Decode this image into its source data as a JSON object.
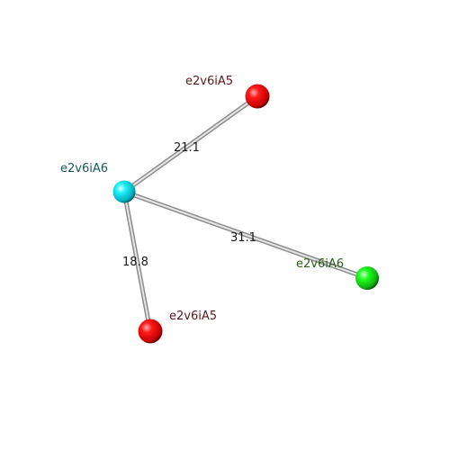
{
  "atoms": [
    {
      "id": "a1",
      "label": "e2v6iA5",
      "color": "#ff0000",
      "label_color": "#5a1a1a"
    },
    {
      "id": "a2",
      "label": "e2v6iA6",
      "color": "#00e5f0",
      "label_color": "#1a5a5a"
    },
    {
      "id": "a3",
      "label": "e2v6iA6",
      "color": "#18e818",
      "label_color": "#2e5a1a"
    },
    {
      "id": "a4",
      "label": "e2v6iA5",
      "color": "#ff0000",
      "label_color": "#5a1a1a"
    }
  ],
  "bonds": [
    {
      "from": "a2",
      "to": "a1",
      "distance": "21.1"
    },
    {
      "from": "a2",
      "to": "a3",
      "distance": "31.1"
    },
    {
      "from": "a2",
      "to": "a4",
      "distance": "18.8"
    }
  ]
}
